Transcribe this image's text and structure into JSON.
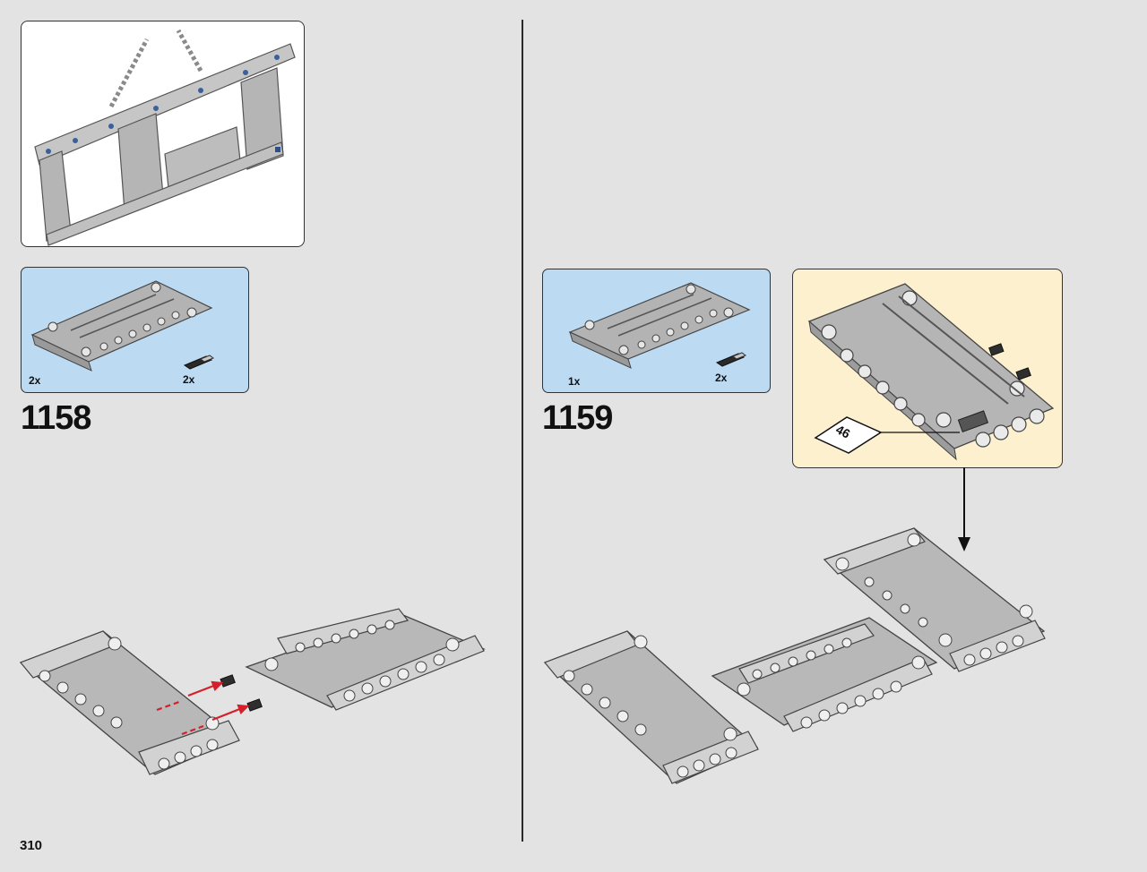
{
  "page": {
    "number": "310"
  },
  "step_1158": {
    "number": "1158",
    "parts": [
      {
        "qty": "2x",
        "item": "beam-frame"
      },
      {
        "qty": "2x",
        "item": "axle-pin"
      }
    ]
  },
  "step_1159": {
    "number": "1159",
    "parts": [
      {
        "qty": "1x",
        "item": "beam-frame"
      },
      {
        "qty": "2x",
        "item": "axle-pin"
      }
    ],
    "callout": {
      "tag": "46"
    }
  },
  "colors": {
    "page_bg": "#e3e3e3",
    "parts_bg": "#bcdaf2",
    "callout_bg": "#fdf0cf",
    "brick_grey": "#a9a9a9",
    "brick_light": "#cfcfcf",
    "arrow_red": "#d3202a"
  }
}
